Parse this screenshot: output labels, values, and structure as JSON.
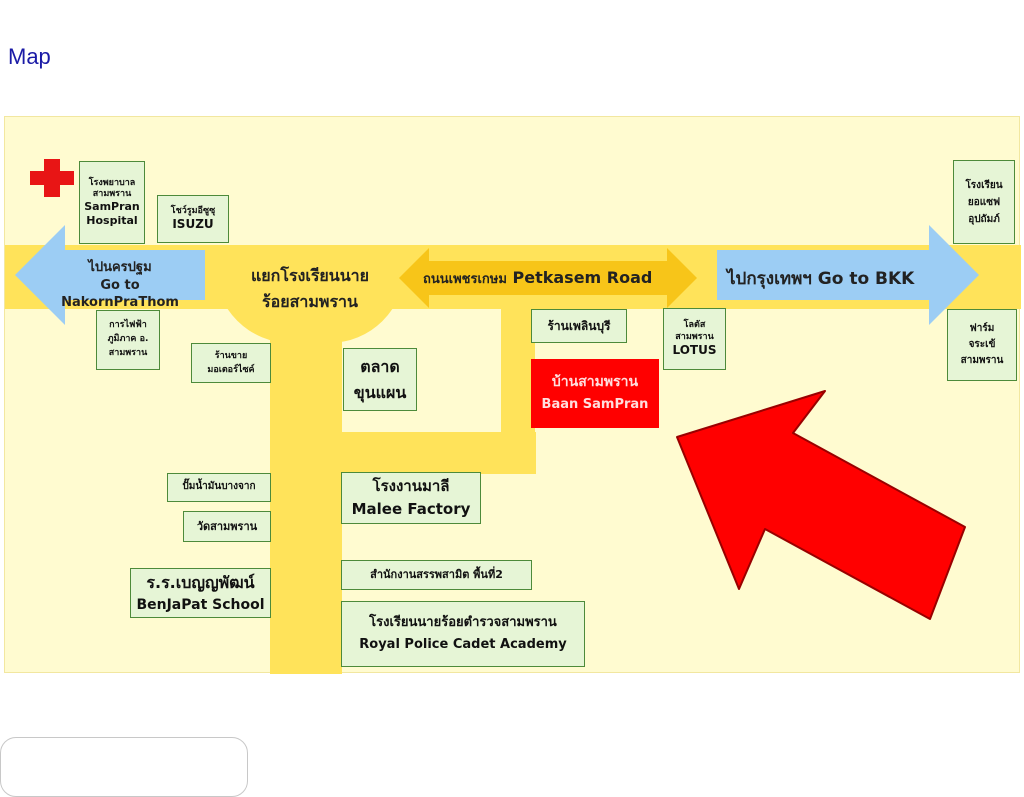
{
  "page": {
    "title": "Map"
  },
  "map": {
    "left_arrow": {
      "th": "ไปนครปฐม",
      "en": "Go to NakornPraThom"
    },
    "right_arrow": {
      "th": "ไปกรุงเทพฯ",
      "en": "Go to BKK"
    },
    "road": {
      "th": "ถนนเพชรเกษม",
      "en": "Petkasem Road"
    },
    "junction": {
      "line1": "แยกโรงเรียนนาย",
      "line2": "ร้อยสามพราน"
    },
    "hospital": {
      "line1": "โรงพยาบาล",
      "line2": "สามพราน",
      "line3": "SamPran",
      "line4": "Hospital"
    },
    "isuzu": {
      "line1": "โชว์รูมอีซูซุ",
      "line2": "ISUZU"
    },
    "school_top_right": {
      "line1": "โรงเรียน",
      "line2": "ยอแซฟ",
      "line3": "อุปถัมภ์"
    },
    "farm": {
      "line1": "ฟาร์ม",
      "line2": "จระเข้",
      "line3": "สามพราน"
    },
    "electric": {
      "line1": "การไฟฟ้า",
      "line2": "ภูมิภาค อ.",
      "line3": "สามพราน"
    },
    "motorcycle": {
      "line1": "ร้านขาย",
      "line2": "มอเตอร์ไซค์"
    },
    "market": {
      "line1": "ตลาด",
      "line2": "ขุนแผน"
    },
    "phetburi_shop": {
      "text": "ร้านเพลินบุรี"
    },
    "lotus": {
      "line1": "โลตัส",
      "line2": "สามพราน",
      "line3": "LOTUS"
    },
    "baan": {
      "th": "บ้านสามพราน",
      "en": "Baan SamPran"
    },
    "gas": {
      "text": "ปั๊มน้ำมันบางจาก"
    },
    "temple": {
      "text": "วัดสามพราน"
    },
    "benjapat": {
      "th": "ร.ร.เบญญพัฒน์",
      "en": "BenJaPat School"
    },
    "malee": {
      "th": "โรงงานมาลี",
      "en": "Malee Factory"
    },
    "office": {
      "text": "สำนักงานสรรพสามิต พื้นที่2"
    },
    "academy": {
      "th": "โรงเรียนนายร้อยตำรวจสามพราน",
      "en": "Royal Police Cadet Academy"
    }
  },
  "colors": {
    "road": "#ffe35a",
    "arrow_blue": "#9ccdf4",
    "box_green": "#e6f5d6",
    "highlight_red": "#ff0000",
    "map_bg": "#fffbd0"
  },
  "icons": [
    "red-cross-icon",
    "pointer-arrow-icon"
  ]
}
